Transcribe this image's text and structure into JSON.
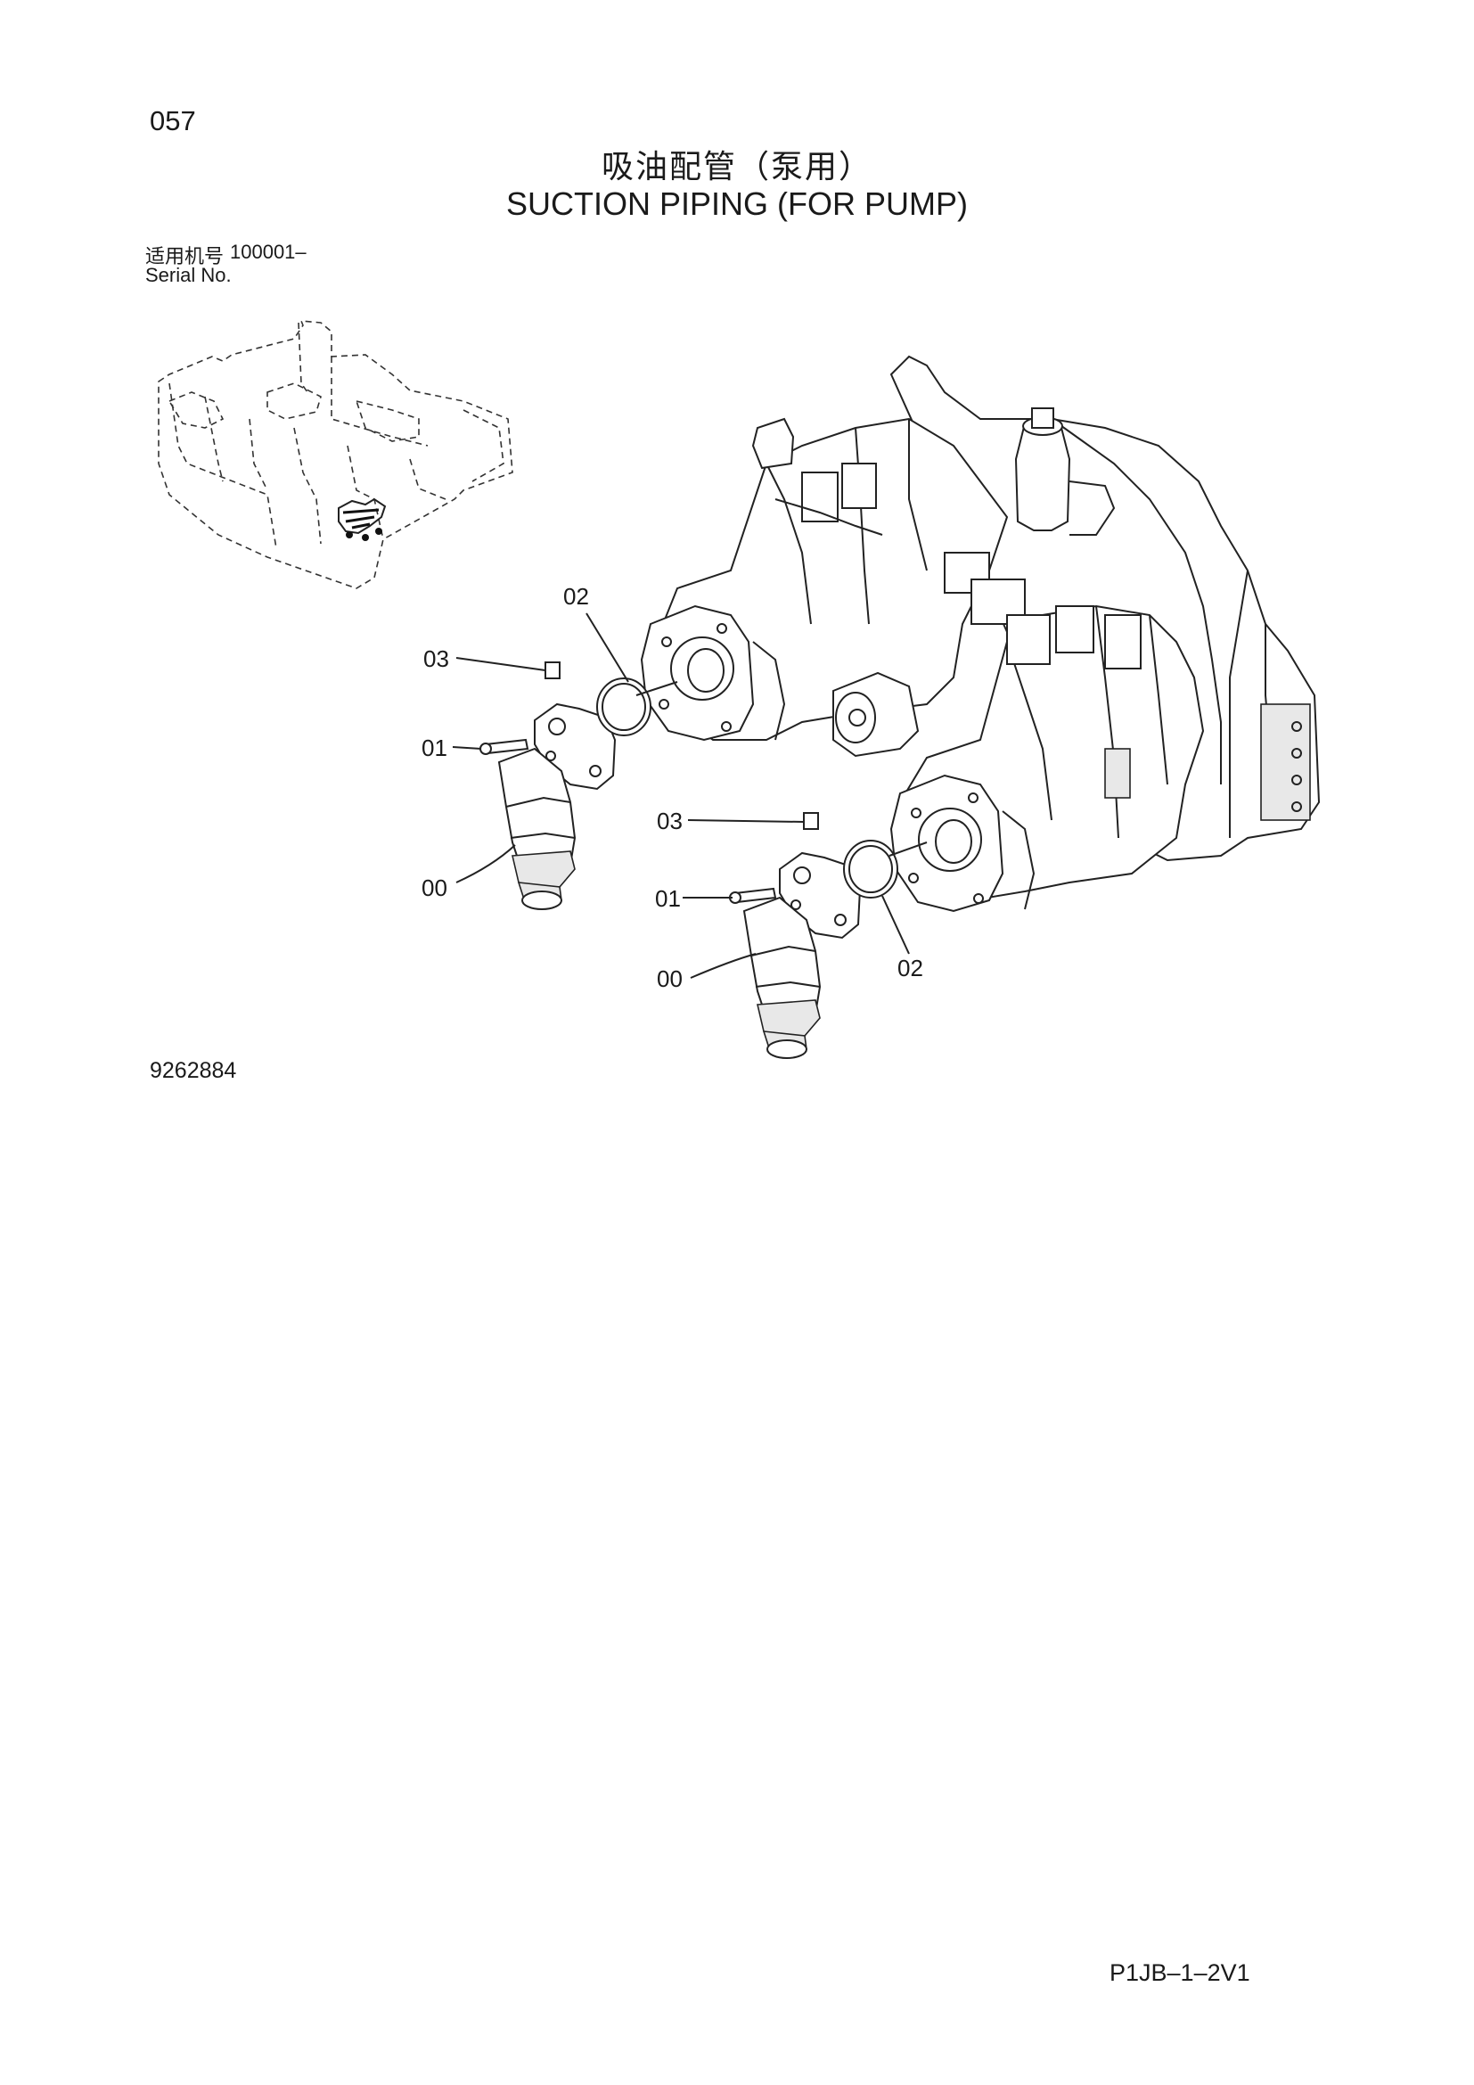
{
  "header": {
    "page_number": "057",
    "title_cn": "吸油配管（泵用）",
    "title_en": "SUCTION PIPING (FOR PUMP)"
  },
  "serial": {
    "label_cn": "适用机号",
    "range": "100001–",
    "label_en": "Serial No."
  },
  "diagram": {
    "callouts": {
      "c03_upper": "03",
      "c02_upper": "02",
      "c01_upper": "01",
      "c00_upper": "00",
      "c03_lower": "03",
      "c01_lower": "01",
      "c00_lower": "00",
      "c02_lower": "02"
    },
    "drawing_number": "9262884"
  },
  "footer": {
    "document_code": "P1JB–1–2V1"
  }
}
